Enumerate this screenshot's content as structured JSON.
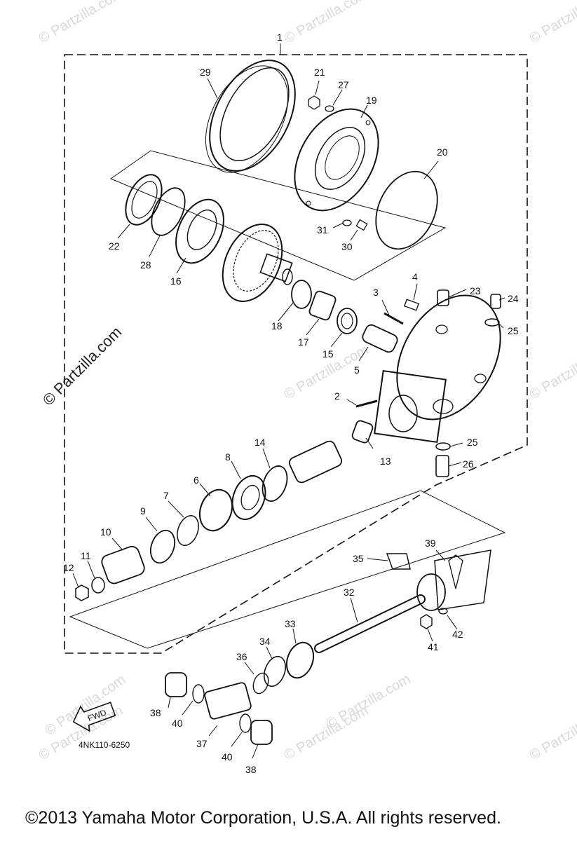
{
  "diagram": {
    "part_code": "4NK110-6250",
    "fwd_label": "FWD",
    "watermark_text": "© Partzilla.com",
    "watermark_color": "#d9d9d9",
    "callouts": {
      "c1": "1",
      "c2": "2",
      "c3": "3",
      "c4": "4",
      "c5": "5",
      "c6": "6",
      "c7": "7",
      "c8": "8",
      "c9": "9",
      "c10": "10",
      "c11": "11",
      "c12": "12",
      "c13": "13",
      "c14": "14",
      "c15": "15",
      "c16": "16",
      "c17": "17",
      "c18": "18",
      "c19": "19",
      "c20": "20",
      "c21": "21",
      "c22": "22",
      "c23": "23",
      "c24": "24",
      "c25a": "25",
      "c25b": "25",
      "c26": "26",
      "c27": "27",
      "c28": "28",
      "c29": "29",
      "c30": "30",
      "c31": "31",
      "c32": "32",
      "c33": "33",
      "c34": "34",
      "c35": "35",
      "c36": "36",
      "c37": "37",
      "c38a": "38",
      "c38b": "38",
      "c39": "39",
      "c40a": "40",
      "c40b": "40",
      "c41": "41",
      "c42": "42"
    }
  },
  "footer": {
    "copyright": "©2013  Yamaha Motor Corporation, U.S.A. All rights reserved."
  }
}
